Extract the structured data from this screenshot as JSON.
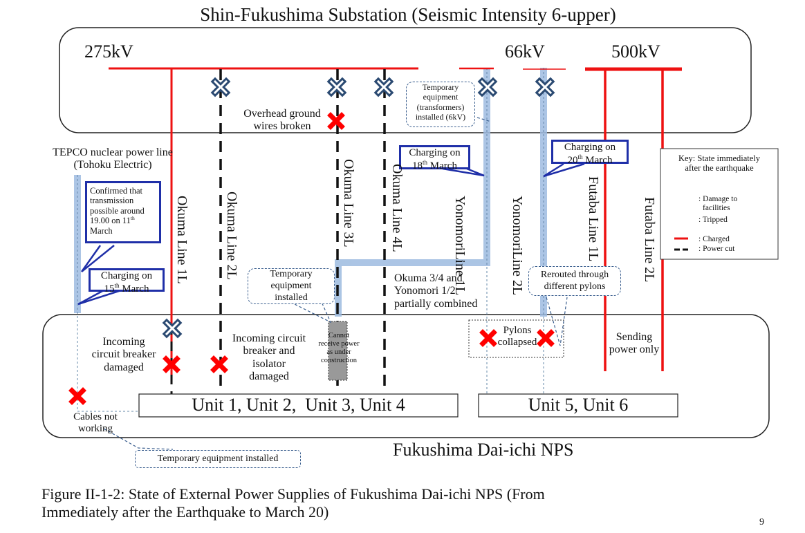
{
  "title": "Shin-Fukushima Substation (Seismic Intensity 6-upper)",
  "voltages": {
    "v275": "275kV",
    "v66": "66kV",
    "v500": "500kV"
  },
  "lines": {
    "okuma1": "Okuma Line 1L",
    "okuma2": "Okuma Line 2L",
    "okuma3": "Okuma Line 3L",
    "okuma4": "Okuma Line 4L",
    "yonomori1_a": "Yonomori",
    "yonomori1_b": "Line 1L",
    "yonomori2_a": "Yonomori",
    "yonomori2_b": "Line 2L",
    "futaba1": "Futaba Line 1L",
    "futaba2": "Futaba Line 2L"
  },
  "tepco_line": {
    "line1": "TEPCO nuclear power line",
    "line2": "(Tohoku Electric)"
  },
  "annotations": {
    "overhead_ground_1": "Overhead ground",
    "overhead_ground_2": "wires broken",
    "temp_transformers": [
      "Temporary",
      "equipment",
      "(transformers)",
      "installed (6kV)"
    ],
    "confirmed": [
      "Confirmed that",
      "transmission",
      "possible around",
      "19.00 on 11",
      "th",
      "March"
    ],
    "charging_15": {
      "l1": "Charging on",
      "day": "15",
      "sup": "th",
      "month": " March"
    },
    "charging_18": {
      "l1": "Charging on",
      "day": "18",
      "sup": "th",
      "month": " March"
    },
    "charging_20": {
      "l1": "Charging on",
      "day": "20",
      "sup": "th",
      "month": " March"
    },
    "temp_installed": [
      "Temporary",
      "equipment",
      "installed"
    ],
    "okuma_combined": [
      "Okuma 3/4 and",
      "Yonomori 1/2",
      "partially combined"
    ],
    "rerouted": [
      "Rerouted through",
      "different pylons"
    ],
    "incoming_cb": [
      "Incoming",
      "circuit breaker",
      "damaged"
    ],
    "incoming_cb_iso": [
      "Incoming circuit",
      "breaker and",
      "isolator",
      "damaged"
    ],
    "cannot_receive": [
      "Cannot",
      "receive power",
      "as under",
      "construction"
    ],
    "pylons": [
      "Pylons",
      "collapsed"
    ],
    "sending": [
      "Sending",
      "power only"
    ],
    "cables": [
      "Cables not",
      "working"
    ],
    "temp_bottom": "Temporary equipment installed"
  },
  "units": {
    "u1234": "Unit 1, Unit 2,  Unit 3, Unit 4",
    "u56": "Unit 5, Unit 6"
  },
  "plant_title": "Fukushima Dai-ichi NPS",
  "key": {
    "title1": "Key: State immediately",
    "title2": "after the earthquake",
    "damage1": ": Damage to",
    "damage2": "facilities",
    "tripped": ": Tripped",
    "charged": ": Charged",
    "powercut": ": Power cut"
  },
  "caption": {
    "label": "Figure II-1-2",
    "text": ": State of External Power Supplies of Fukushima Dai-ichi NPS (From",
    "line2": "Immediately after the Earthquake to March 20)"
  },
  "page_number": "9",
  "colors": {
    "charged": "#ee1111",
    "tripped": "#2b4a72",
    "callout": "#1f2fa8",
    "temp_path": "#9dbbe0",
    "damage": "#ff0000"
  }
}
